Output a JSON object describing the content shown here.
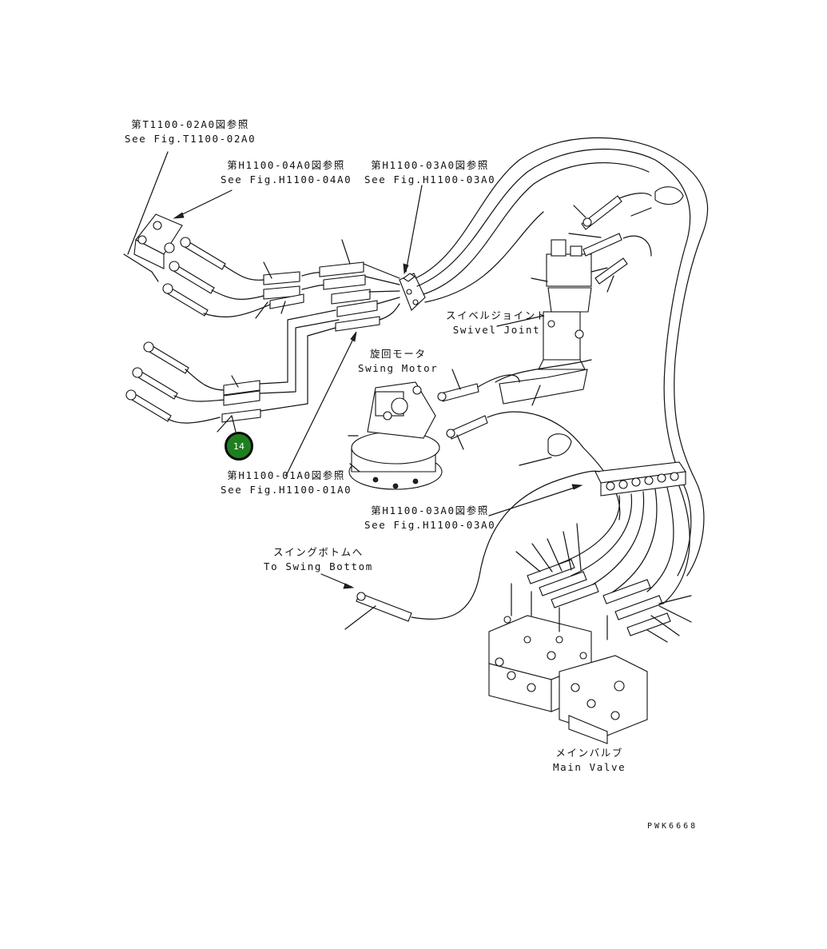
{
  "callouts": {
    "t1100_02a0": {
      "jp": "第T1100-02A0図参照",
      "en": "See Fig.T1100-02A0"
    },
    "h1100_04a0": {
      "jp": "第H1100-04A0図参照",
      "en": "See Fig.H1100-04A0"
    },
    "h1100_03a0_top": {
      "jp": "第H1100-03A0図参照",
      "en": "See Fig.H1100-03A0"
    },
    "swivel_joint": {
      "jp": "スイベルジョイント",
      "en": "Swivel Joint"
    },
    "swing_motor": {
      "jp": "旋回モータ",
      "en": "Swing Motor"
    },
    "h1100_01a0": {
      "jp": "第H1100-01A0図参照",
      "en": "See Fig.H1100-01A0"
    },
    "h1100_03a0_bottom": {
      "jp": "第H1100-03A0図参照",
      "en": "See Fig.H1100-03A0"
    },
    "swing_bottom": {
      "jp": "スイングボトムへ",
      "en": "To Swing Bottom"
    },
    "main_valve": {
      "jp": "メインバルブ",
      "en": "Main Valve"
    }
  },
  "part_marker": {
    "number": "14",
    "color": "#1f7f1f"
  },
  "drawing_code": "PWK6668"
}
